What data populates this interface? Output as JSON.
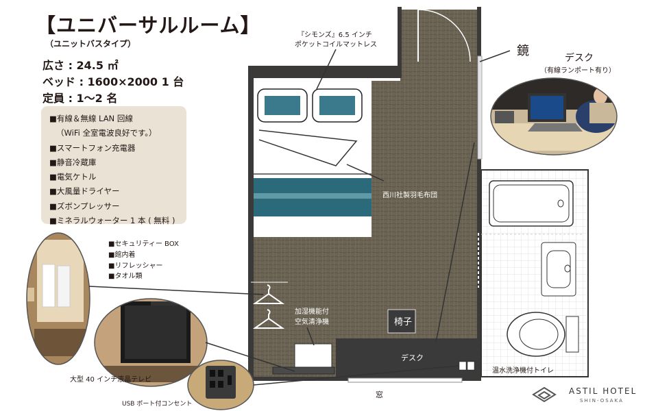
{
  "header": {
    "title": "【ユニバーサルルーム】",
    "subtitle": "（ユニットバスタイプ）"
  },
  "specs": {
    "area": "広さ : 24.5 ㎡",
    "bed": "ベッド : 1600×2000 1 台",
    "capacity": "定員 : 1〜2 名"
  },
  "amenities": [
    "■有線＆無線 LAN 回線",
    "（WiFi 全室電波良好です。）",
    "■スマートフォン充電器",
    "■静音冷蔵庫",
    "■電気ケトル",
    "■大風量ドライヤー",
    "■ズボンプレッサー",
    "■ミネラルウォーター 1 本 ( 無料 )"
  ],
  "closet_items": [
    "■セキュリティー BOX",
    "■館内着",
    "■リフレッシャー",
    "■タオル類"
  ],
  "labels": {
    "mattress_line1": "『シモンズ』6.5 インチ",
    "mattress_line2": "ポケットコイルマットレス",
    "mirror": "鏡",
    "desk_title": "デスク",
    "desk_sub": "（有線ランポート有り）",
    "duvet": "西川社製羽毛布団",
    "purifier_line1": "加湿機能付",
    "purifier_line2": "空気清浄機",
    "chair": "椅子",
    "desk_plan": "デスク",
    "toilet": "温水洗浄機付トイレ",
    "window": "窓",
    "tv": "大型 40 インチ液晶テレビ",
    "outlet": "USB ポート付コンセント"
  },
  "logo": {
    "name": "ASTIL HOTEL",
    "location": "SHIN-OSAKA"
  },
  "colors": {
    "floor": "#6b6353",
    "wall": "#3b3a39",
    "bed_stripe": "#2b6a7a",
    "panel": "#e9e2d5"
  }
}
